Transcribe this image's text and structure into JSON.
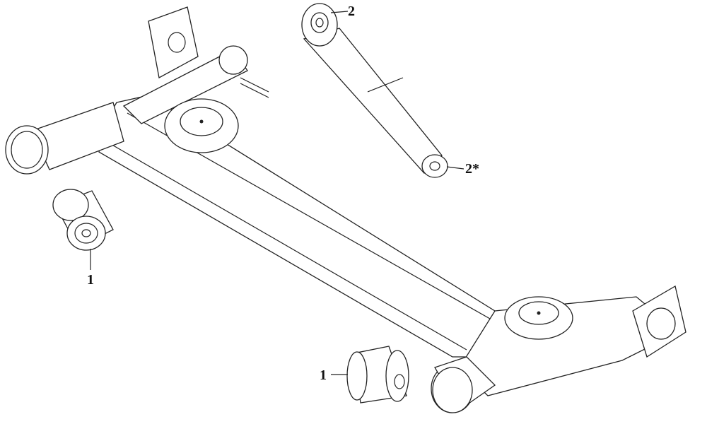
{
  "diagram": {
    "callouts": [
      {
        "id": "shock-top-bushing",
        "label": "2"
      },
      {
        "id": "shock-bottom-bushing",
        "label": "2*"
      },
      {
        "id": "left-beam-bushing",
        "label": "1"
      },
      {
        "id": "right-beam-bushing",
        "label": "1"
      }
    ],
    "colors": {
      "line": "#222222",
      "background": "#ffffff"
    }
  }
}
